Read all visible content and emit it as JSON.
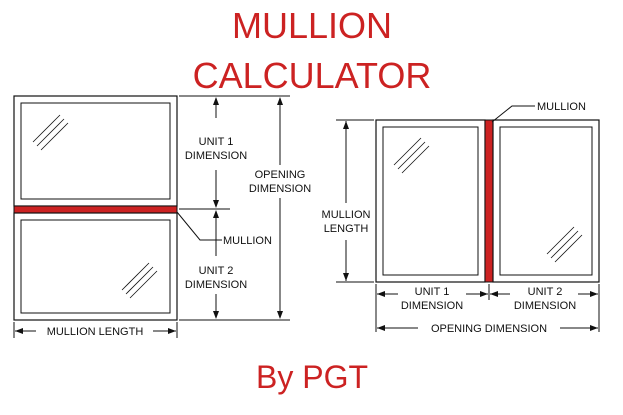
{
  "title": {
    "line1": "MULLION",
    "line2": "CALCULATOR",
    "byline": "By PGT"
  },
  "left_diagram": {
    "unit1_line1": "UNIT 1",
    "unit1_line2": "DIMENSION",
    "unit2_line1": "UNIT 2",
    "unit2_line2": "DIMENSION",
    "opening_line1": "OPENING",
    "opening_line2": "DIMENSION",
    "mullion": "MULLION",
    "mullion_length": "MULLION LENGTH"
  },
  "right_diagram": {
    "mullion": "MULLION",
    "mullion_length_line1": "MULLION",
    "mullion_length_line2": "LENGTH",
    "unit1_line1": "UNIT 1",
    "unit1_line2": "DIMENSION",
    "unit2_line1": "UNIT 2",
    "unit2_line2": "DIMENSION",
    "opening": "OPENING DIMENSION"
  },
  "colors": {
    "accent": "#cc2222",
    "line": "#111111",
    "background": "#ffffff"
  }
}
